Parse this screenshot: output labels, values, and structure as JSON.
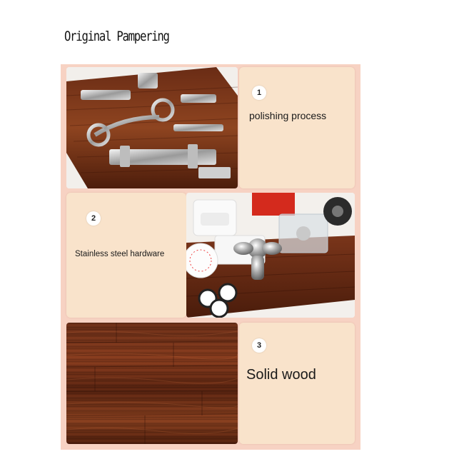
{
  "header": {
    "title": "Original Pampering"
  },
  "sections": [
    {
      "number": "1",
      "label": "polishing process"
    },
    {
      "number": "2",
      "label": "Stainless steel hardware"
    },
    {
      "number": "3",
      "label": "Solid wood"
    }
  ],
  "colors": {
    "board_background": "#f7d2c3",
    "panel_background": "#f9e3cb",
    "wood_dark": "#5a2410",
    "wood_mid": "#8a3d1e"
  }
}
